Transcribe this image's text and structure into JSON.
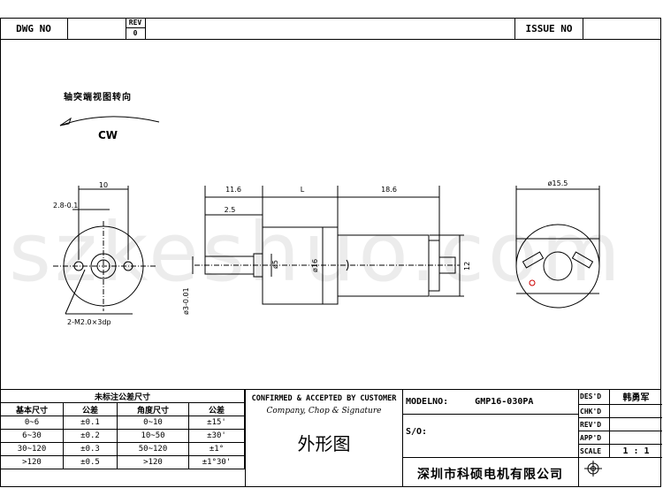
{
  "header": {
    "dwg_no_label": "DWG  NO",
    "rev_label": "REV",
    "rev_value": "0",
    "issue_no_label": "ISSUE  NO"
  },
  "drawing": {
    "rotation_note": "轴突端视图转向",
    "rotation_dir": "CW",
    "watermark": "szkeshuo.com",
    "dims": {
      "left_width": "10",
      "left_tol": "2.8-0.1",
      "hole_callout": "2-M2.0×3dp",
      "shaft_len": "11.6",
      "L": "L",
      "motor_len": "18.6",
      "boss_len": "2.5",
      "dia_boss": "ø5",
      "dia_body": "ø16",
      "dia_shaft": "ø3-0.01",
      "motor_height": "12",
      "dia_right": "ø15.5"
    }
  },
  "tolerance_table": {
    "title": "未标注公差尺寸",
    "headers": [
      "基本尺寸",
      "公差",
      "角度尺寸",
      "公差"
    ],
    "rows": [
      [
        "0~6",
        "±0.1",
        "0~10",
        "±15'"
      ],
      [
        "6~30",
        "±0.2",
        "10~50",
        "±30'"
      ],
      [
        "30~120",
        "±0.3",
        "50~120",
        "±1°"
      ],
      [
        ">120",
        "±0.5",
        ">120",
        "±1°30'"
      ]
    ]
  },
  "confirm": {
    "title": "CONFIRMED & ACCEPTED BY CUSTOMER",
    "subtitle": "Company, Chop & Signature",
    "drawing_name": "外形图"
  },
  "model": {
    "label": "MODELNO:",
    "value": "GMP16-030PA",
    "so_label": "S/O:",
    "company": "深圳市科硕电机有限公司"
  },
  "signoff": {
    "des_label": "DES'D",
    "des_value": "韩勇军",
    "chk_label": "CHK'D",
    "rev_label": "REV'D",
    "app_label": "APP'D",
    "scale_label": "SCALE",
    "scale_value": "1 : 1"
  }
}
